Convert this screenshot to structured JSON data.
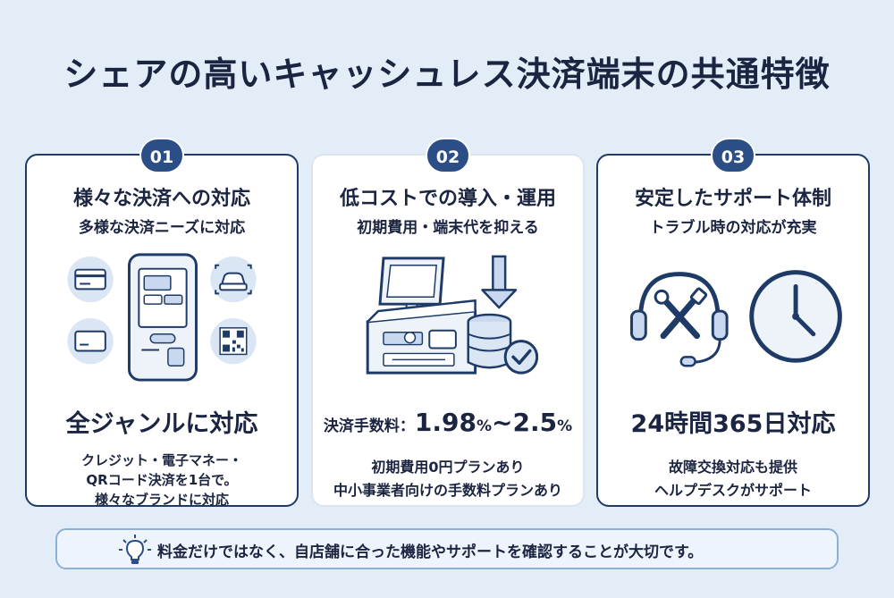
{
  "title": "シェアの高いキャッシュレス決済端末の共通特徴",
  "cards": [
    {
      "number": "01",
      "heading": "様々な決済への対応",
      "subheading": "多様な決済ニーズに対応",
      "highlight": "全ジャンルに対応",
      "description": [
        "クレジット・電子マネー・",
        "QRコード決済を1台で。",
        "様々なブランドに対応"
      ],
      "icons": [
        "credit-card-icon",
        "smartphone-icon",
        "car-icon",
        "qr-code-icon"
      ]
    },
    {
      "number": "02",
      "heading": "低コストでの導入・運用",
      "subheading": "初期費用・端末代を抑える",
      "fee_label": "決済手数料：",
      "fee_low": "1.98",
      "fee_unit1": "%",
      "fee_sep": "~",
      "fee_high": "2.5",
      "fee_unit2": "%",
      "description": [
        "初期費用0円プランあり",
        "中小事業者向けの手数料プランあり"
      ],
      "icons": [
        "pos-terminal-icon",
        "down-arrow-icon",
        "coin-stack-icon",
        "check-icon"
      ]
    },
    {
      "number": "03",
      "heading": "安定したサポート体制",
      "subheading": "トラブル時の対応が充実",
      "highlight": "24時間365日対応",
      "description": [
        "故障交換対応も提供",
        "ヘルプデスクがサポート"
      ],
      "icons": [
        "headset-tools-icon",
        "clock-icon"
      ]
    }
  ],
  "tip": {
    "text": "料金だけではなく、自店舗に合った機能やサポートを確認することが大切です。",
    "icon": "lightbulb-icon"
  },
  "colors": {
    "background": "#e3edf8",
    "navy": "#1e3a66",
    "badge": "#2a4e85",
    "icon_fill": "#dbe6f5"
  }
}
